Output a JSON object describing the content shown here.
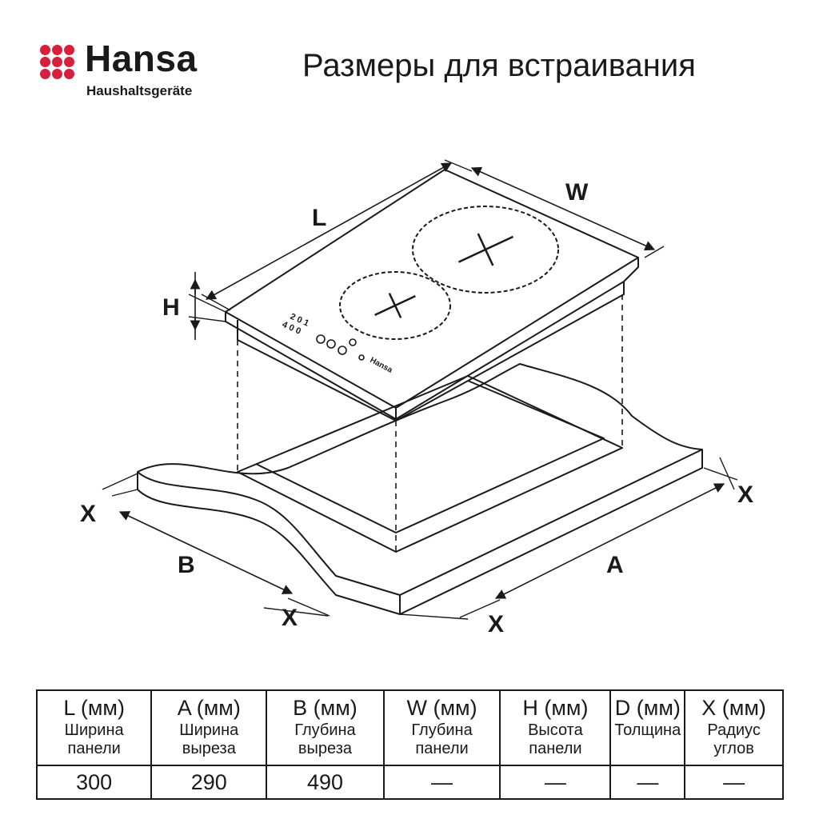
{
  "brand": {
    "name": "Hansa",
    "subtitle": "Haushaltsgeräte",
    "logo_color": "#d6203e"
  },
  "page_title": "Размеры для встраивания",
  "diagram": {
    "labels": {
      "L": "L",
      "W": "W",
      "H": "H",
      "A": "A",
      "B": "B",
      "X_left": "X",
      "X_right": "X",
      "X_bottom_left": "X",
      "X_bottom_right": "X"
    },
    "control_digits_top": "2 0 1",
    "control_digits_bottom": "4 0 0",
    "panel_brand": "Hansa"
  },
  "table": {
    "columns": [
      {
        "key": "L (мм)",
        "desc": "Ширина панели",
        "value": "300"
      },
      {
        "key": "A (мм)",
        "desc": "Ширина выреза",
        "value": "290"
      },
      {
        "key": "B (мм)",
        "desc": "Глубина выреза",
        "value": "490"
      },
      {
        "key": "W (мм)",
        "desc": "Глубина панели",
        "value": "—"
      },
      {
        "key": "H (мм)",
        "desc": "Высота панели",
        "value": "—"
      },
      {
        "key": "D (мм)",
        "desc": "Толщина",
        "value": "—"
      },
      {
        "key": "X (мм)",
        "desc": "Радиус углов",
        "value": "—"
      }
    ]
  }
}
